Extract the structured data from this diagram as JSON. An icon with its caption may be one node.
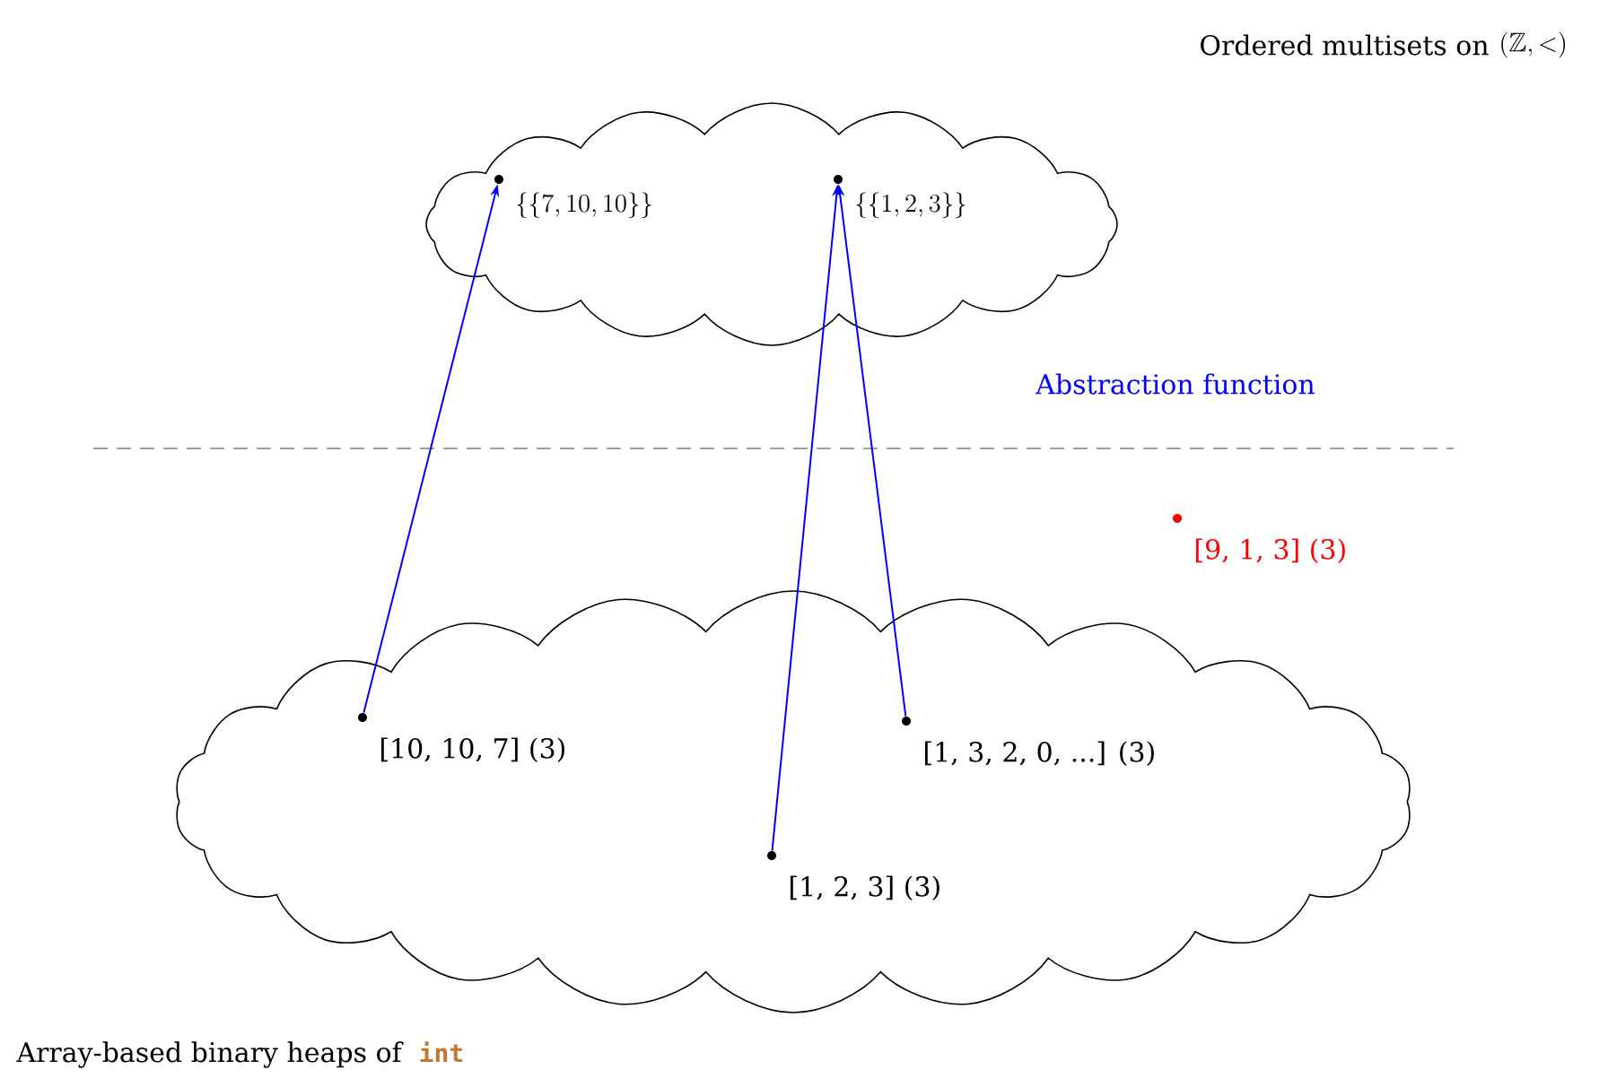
{
  "diagram": {
    "nodes": [
      {
        "text": [],
        "shape": "cloud"
      },
      {
        "text": [
          "\\{\\{7, 10, 10\\}\\}"
        ],
        "in": 0
      },
      {
        "text": [
          "\\{\\{1, 2, 3\\}\\}"
        ],
        "in": 0
      },
      {
        "text": [],
        "shape": "cloud"
      },
      {
        "text": [
          "[10, 10, 7] (3)"
        ],
        "in": 3
      },
      {
        "text": [
          "[1, 3, 2, 0, ...] (3)"
        ],
        "in": 3
      },
      {
        "text": [
          "[1, 2, 3] (3)"
        ],
        "in": 3
      },
      {
        "text": [
          "[9, 1, 3] (3)"
        ]
      }
    ],
    "edges": [
      {
        "from": 4,
        "to": 1,
        "arrow": "to"
      },
      {
        "from": 6,
        "to": 2,
        "arrow": "to"
      },
      {
        "from": 5,
        "to": 2,
        "arrow": "to"
      }
    ],
    "labels": [
      "Ordered multisets on",
      "(\\mathbb{Z}, <)",
      "Abstraction function",
      "Array-based binary heaps of",
      "int"
    ]
  }
}
